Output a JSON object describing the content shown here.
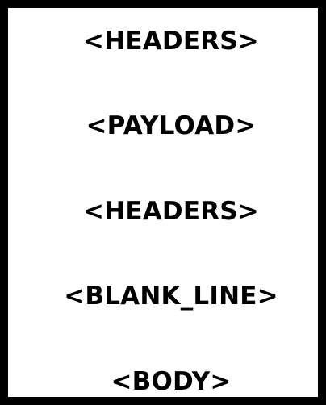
{
  "diagram": {
    "items": [
      {
        "text": "<HEADERS>"
      },
      {
        "text": "<PAYLOAD>"
      },
      {
        "text": "<HEADERS>"
      },
      {
        "text": "<BLANK_LINE>"
      },
      {
        "text": "<BODY>"
      }
    ],
    "border_color": "#000000",
    "background_color": "#ffffff",
    "text_color": "#000000"
  }
}
